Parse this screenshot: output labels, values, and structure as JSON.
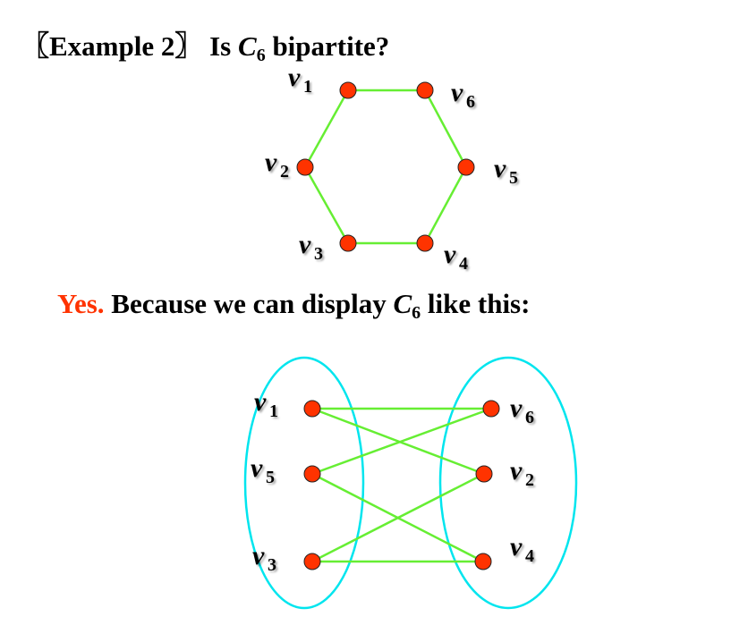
{
  "title": {
    "prefix": "〖Example 2〗 Is ",
    "graph_name": "C",
    "graph_sub": "6",
    "suffix": " bipartite?"
  },
  "answer": {
    "yes": "Yes.",
    "text": " Because we can display ",
    "graph_name": "C",
    "graph_sub": "6",
    "suffix": " like this:"
  },
  "colors": {
    "edge": "#66ee33",
    "node": "#ff3300",
    "partition": "#00e5ee",
    "yes": "#ff3300"
  },
  "hexagon": {
    "nodes": [
      {
        "id": "v1",
        "name": "v",
        "sub": "1"
      },
      {
        "id": "v6",
        "name": "v",
        "sub": "6"
      },
      {
        "id": "v5",
        "name": "v",
        "sub": "5"
      },
      {
        "id": "v4",
        "name": "v",
        "sub": "4"
      },
      {
        "id": "v3",
        "name": "v",
        "sub": "3"
      },
      {
        "id": "v2",
        "name": "v",
        "sub": "2"
      }
    ],
    "edges": [
      [
        "v1",
        "v6"
      ],
      [
        "v6",
        "v5"
      ],
      [
        "v5",
        "v4"
      ],
      [
        "v4",
        "v3"
      ],
      [
        "v3",
        "v2"
      ],
      [
        "v2",
        "v1"
      ]
    ]
  },
  "bipartite": {
    "left": [
      {
        "id": "v1",
        "name": "v",
        "sub": "1"
      },
      {
        "id": "v5",
        "name": "v",
        "sub": "5"
      },
      {
        "id": "v3",
        "name": "v",
        "sub": "3"
      }
    ],
    "right": [
      {
        "id": "v6",
        "name": "v",
        "sub": "6"
      },
      {
        "id": "v2",
        "name": "v",
        "sub": "2"
      },
      {
        "id": "v4",
        "name": "v",
        "sub": "4"
      }
    ],
    "edges": [
      [
        "v1",
        "v6"
      ],
      [
        "v1",
        "v2"
      ],
      [
        "v5",
        "v6"
      ],
      [
        "v5",
        "v4"
      ],
      [
        "v3",
        "v2"
      ],
      [
        "v3",
        "v4"
      ]
    ]
  }
}
